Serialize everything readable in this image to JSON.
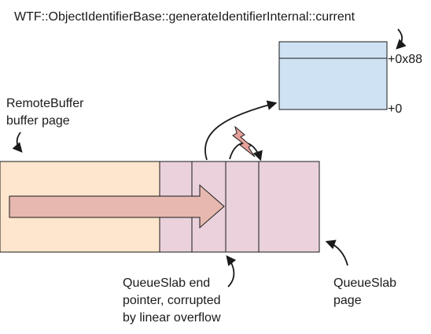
{
  "labels": {
    "title": "WTF::ObjectIdentifierBase::generateIdentifierInternal::current",
    "offset_top": "+0x88",
    "offset_bottom": "+0",
    "remote_buffer_line1": "RemoteBuffer",
    "remote_buffer_line2": "buffer page",
    "end_pointer_line1": "QueueSlab end",
    "end_pointer_line2": "pointer, corrupted",
    "end_pointer_line3": "by linear overflow",
    "queue_slab_line1": "QueueSlab",
    "queue_slab_line2": "page"
  },
  "colors": {
    "remote_buffer_fill": "#fde6cd",
    "queue_slab_fill": "#ead1dc",
    "target_fill": "#cfe2f3",
    "overflow_arrow_fill": "#e6b8af",
    "lightning_fill": "#e6a09a",
    "stroke": "#1a1a1a"
  },
  "icons": {
    "overflow": "right-arrow",
    "corruption": "lightning-bolt-icon"
  }
}
